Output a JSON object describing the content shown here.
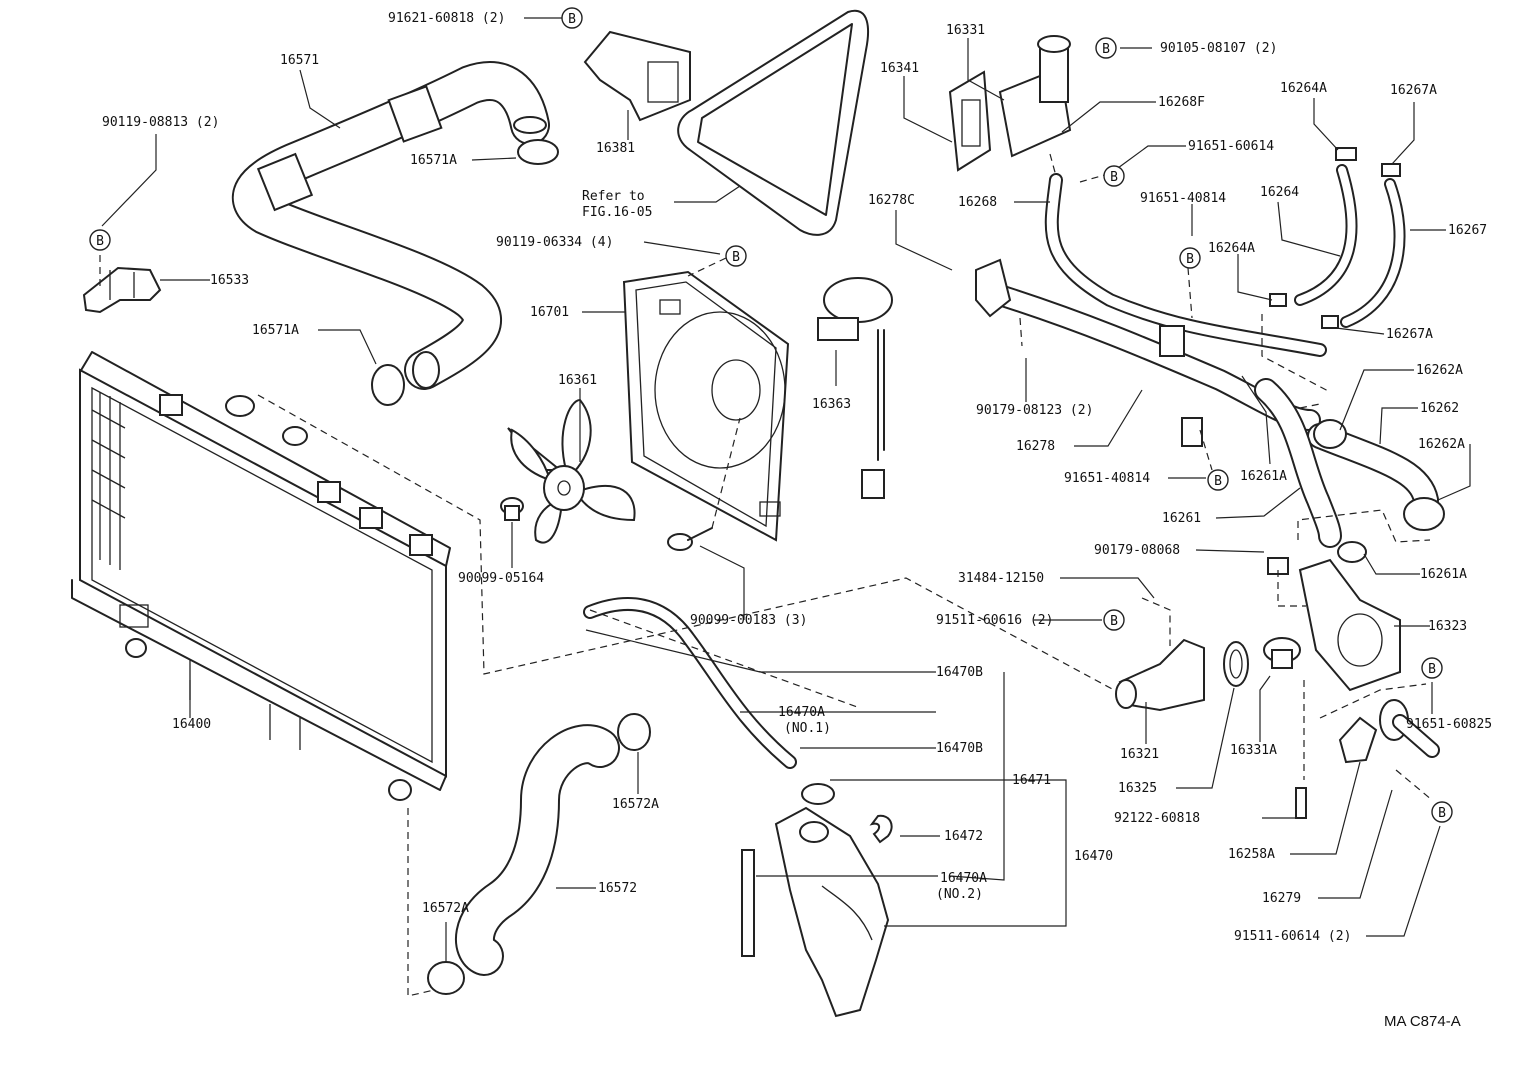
{
  "diagram_code": "MA C874-A",
  "reference_note": [
    "Refer to",
    "FIG.16-05"
  ],
  "marker_letter": "B",
  "labels": [
    {
      "text": "91621-60818 (2)"
    },
    {
      "text": "16571"
    },
    {
      "text": "90119-08813 (2)"
    },
    {
      "text": "16571A"
    },
    {
      "text": "16381"
    },
    {
      "text": "16331"
    },
    {
      "text": "90105-08107 (2)"
    },
    {
      "text": "16341"
    },
    {
      "text": "16268F"
    },
    {
      "text": "91651-60614"
    },
    {
      "text": "16264A"
    },
    {
      "text": "16267A"
    },
    {
      "text": "16268"
    },
    {
      "text": "91651-40814"
    },
    {
      "text": "16264"
    },
    {
      "text": "16267"
    },
    {
      "text": "16278C"
    },
    {
      "text": "90119-06334 (4)"
    },
    {
      "text": "16533"
    },
    {
      "text": "16701"
    },
    {
      "text": "16571A"
    },
    {
      "text": "16264A"
    },
    {
      "text": "16267A"
    },
    {
      "text": "16361"
    },
    {
      "text": "16363"
    },
    {
      "text": "90179-08123 (2)"
    },
    {
      "text": "16262A"
    },
    {
      "text": "16262"
    },
    {
      "text": "16278"
    },
    {
      "text": "16262A"
    },
    {
      "text": "91651-40814"
    },
    {
      "text": "16261A"
    },
    {
      "text": "16261"
    },
    {
      "text": "90099-05164"
    },
    {
      "text": "90099-00183 (3)"
    },
    {
      "text": "90179-08068"
    },
    {
      "text": "16261A"
    },
    {
      "text": "31484-12150"
    },
    {
      "text": "91511-60616 (2)"
    },
    {
      "text": "16323"
    },
    {
      "text": "16470B"
    },
    {
      "text": "16400"
    },
    {
      "text": "16470A"
    },
    {
      "text": "(NO.1)"
    },
    {
      "text": "91651-60825"
    },
    {
      "text": "16321"
    },
    {
      "text": "16331A"
    },
    {
      "text": "16470B"
    },
    {
      "text": "16572A"
    },
    {
      "text": "16471"
    },
    {
      "text": "16325"
    },
    {
      "text": "92122-60818"
    },
    {
      "text": "16472"
    },
    {
      "text": "16470"
    },
    {
      "text": "16258A"
    },
    {
      "text": "16572"
    },
    {
      "text": "16470A"
    },
    {
      "text": "(NO.2)"
    },
    {
      "text": "16279"
    },
    {
      "text": "16572A"
    },
    {
      "text": "91511-60614 (2)"
    }
  ]
}
